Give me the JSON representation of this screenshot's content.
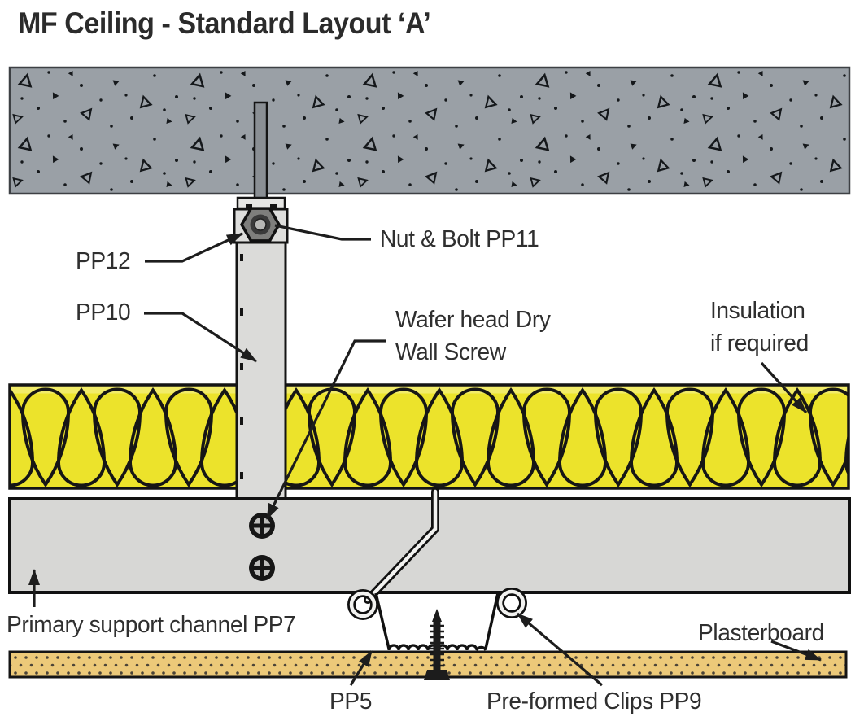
{
  "title": "MF Ceiling - Standard Layout ‘A’",
  "labels": {
    "pp12": "PP12",
    "pp10": "PP10",
    "nut_bolt": "Nut & Bolt PP11",
    "wafer_line1": "Wafer head Dry",
    "wafer_line2": "Wall Screw",
    "insulation_line1": "Insulation",
    "insulation_line2": "if required",
    "primary_channel": "Primary support channel PP7",
    "pp5": "PP5",
    "clips": "Pre-formed Clips PP9",
    "plasterboard": "Plasterboard"
  },
  "colors": {
    "concrete_gray": "#9aa0a6",
    "insulation_yellow": "#ece32b",
    "insulation_highlight": "#f4ef7d",
    "channel_gray": "#d7d7d5",
    "strap_gray": "#dbdbd9",
    "bracket_gray": "#dededc",
    "plasterboard_tan": "#ecc979",
    "line_black": "#1d1d1d",
    "text_dark": "#2f2f2f"
  }
}
